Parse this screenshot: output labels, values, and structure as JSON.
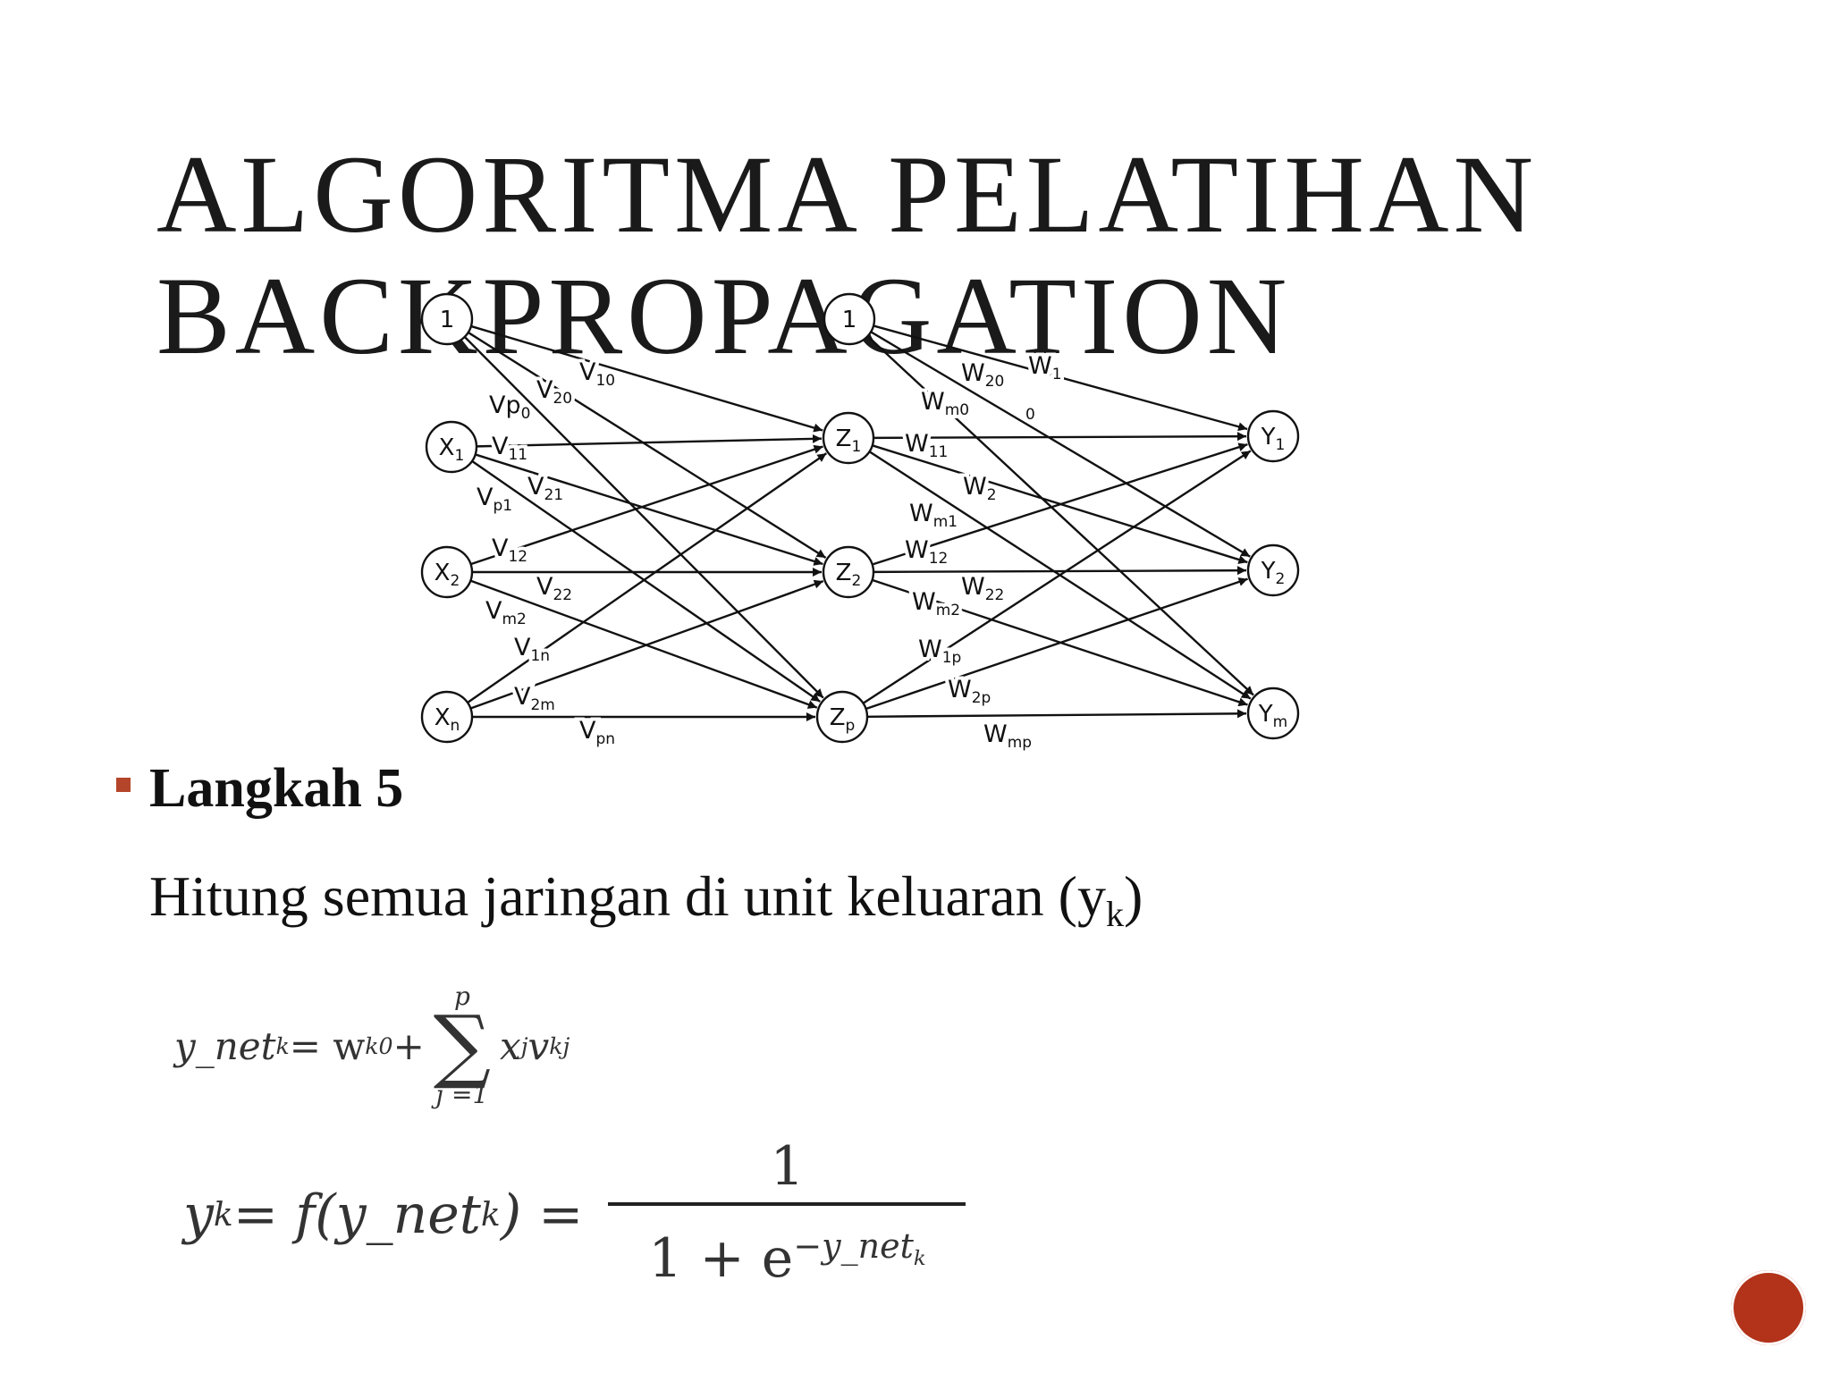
{
  "title": {
    "line1": "ALGORITMA PELATIHAN",
    "line2": "BACKPROPAGATION"
  },
  "diagram": {
    "nodes": {
      "bias1": "1",
      "bias2": "1",
      "x1": "X",
      "x1_sub": "1",
      "x2": "X",
      "x2_sub": "2",
      "xn": "X",
      "xn_sub": "n",
      "z1": "Z",
      "z1_sub": "1",
      "z2": "Z",
      "z2_sub": "2",
      "zp": "Z",
      "zp_sub": "p",
      "y1": "Y",
      "y1_sub": "1",
      "y2": "Y",
      "y2_sub": "2",
      "ym": "Y",
      "ym_sub": "m"
    },
    "weights": [
      {
        "b": "V",
        "s": "10"
      },
      {
        "b": "V",
        "s": "20"
      },
      {
        "b": "Vp",
        "s": "0"
      },
      {
        "b": "V",
        "s": "11"
      },
      {
        "b": "V",
        "s": "p1"
      },
      {
        "b": "V",
        "s": "21"
      },
      {
        "b": "V",
        "s": "12"
      },
      {
        "b": "V",
        "s": "22"
      },
      {
        "b": "V",
        "s": "m2"
      },
      {
        "b": "V",
        "s": "1n"
      },
      {
        "b": "V",
        "s": "2m"
      },
      {
        "b": "V",
        "s": "pn"
      },
      {
        "b": "W",
        "s": "20"
      },
      {
        "b": "W",
        "s": "1"
      },
      {
        "b": "W",
        "s": "m0"
      },
      {
        "b": "",
        "s": "0"
      },
      {
        "b": "W",
        "s": "11"
      },
      {
        "b": "W",
        "s": "2"
      },
      {
        "b": "W",
        "s": "m1"
      },
      {
        "b": "W",
        "s": "12"
      },
      {
        "b": "W",
        "s": "22"
      },
      {
        "b": "W",
        "s": "m2"
      },
      {
        "b": "W",
        "s": "1p"
      },
      {
        "b": "W",
        "s": "2p"
      },
      {
        "b": "W",
        "s": "mp"
      }
    ]
  },
  "step": {
    "label": "Langkah 5"
  },
  "description": {
    "text": "Hitung semua jaringan di unit keluaran (y",
    "sub": "k",
    "close": ")"
  },
  "formula1": {
    "lhs": "y_net",
    "lhs_sub": "k",
    "eq": " = w",
    "w_sub": "k0",
    "plus": " + ",
    "sum_top": "p",
    "sum_bottom": "j =1",
    "term": "x",
    "term_sub1": "j",
    "term2": "v",
    "term_sub2": "kj"
  },
  "formula2": {
    "lhs": "y",
    "lhs_sub": "k",
    "mid": " = f(y_net",
    "mid_sub": "k",
    "mid_end": ") = ",
    "numerator": "1",
    "den": "1 + e",
    "den_sup": "−y_net",
    "den_sup_sub": "k"
  },
  "colors": {
    "accent": "#b2331a",
    "bullet": "#b5452a"
  },
  "nav_icon": "circle-nav-icon"
}
